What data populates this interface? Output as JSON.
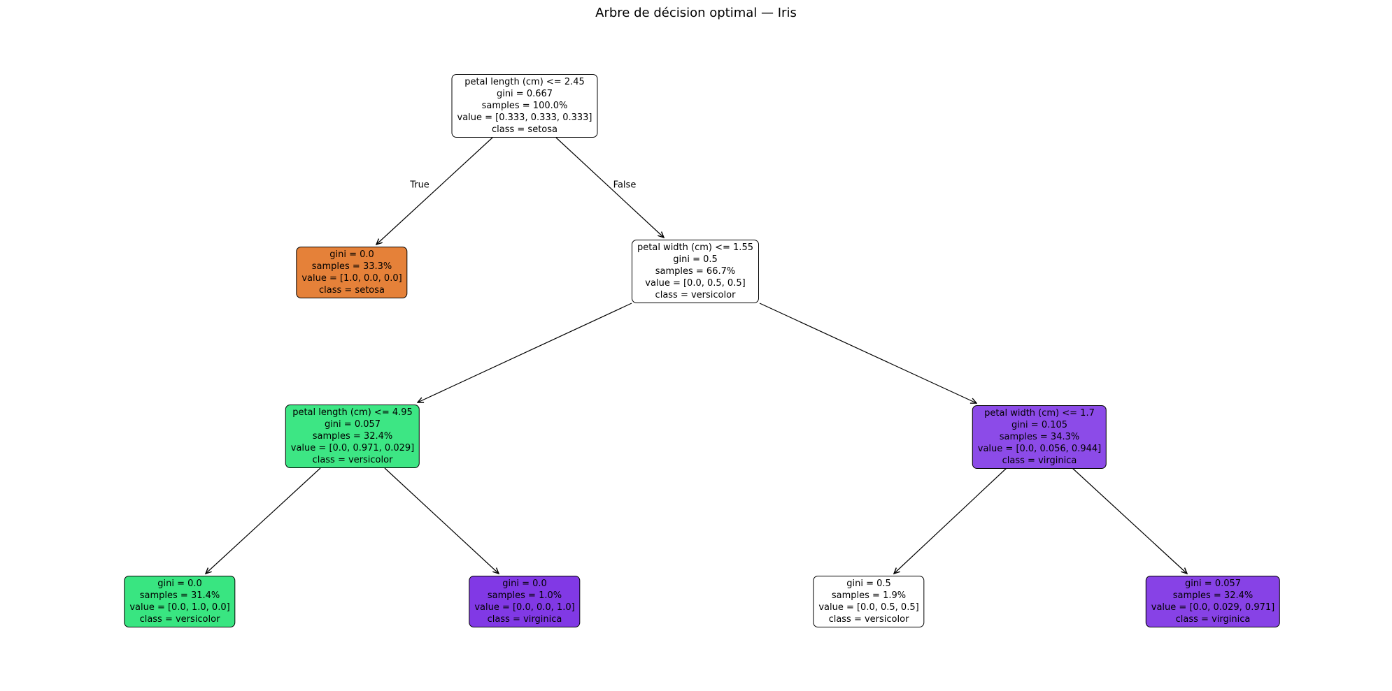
{
  "title": "Arbre de décision optimal — Iris",
  "edge_labels": {
    "true_label": "True",
    "false_label": "False"
  },
  "colors": {
    "setosa": "#e58139",
    "versicolor": "#39e581",
    "virginica": "#8139e5",
    "node_border": "#000000",
    "background": "#ffffff"
  },
  "nodes": [
    {
      "id": "root",
      "lines": [
        "petal length (cm) <= 2.45",
        "gini = 0.667",
        "samples = 100.0%",
        "value = [0.333, 0.333, 0.333]",
        "class = setosa"
      ],
      "fill": "#ffffff"
    },
    {
      "id": "leaf-setosa",
      "lines": [
        "gini = 0.0",
        "samples = 33.3%",
        "value = [1.0, 0.0, 0.0]",
        "class = setosa"
      ],
      "fill": "#e58139"
    },
    {
      "id": "split-petal-width-1.55",
      "lines": [
        "petal width (cm) <= 1.55",
        "gini = 0.5",
        "samples = 66.7%",
        "value = [0.0, 0.5, 0.5]",
        "class = versicolor"
      ],
      "fill": "#ffffff"
    },
    {
      "id": "split-petal-length-4.95",
      "lines": [
        "petal length (cm) <= 4.95",
        "gini = 0.057",
        "samples = 32.4%",
        "value = [0.0, 0.971, 0.029]",
        "class = versicolor"
      ],
      "fill": "#3de684"
    },
    {
      "id": "split-petal-width-1.7",
      "lines": [
        "petal width (cm) <= 1.7",
        "gini = 0.105",
        "samples = 34.3%",
        "value = [0.0, 0.056, 0.944]",
        "class = virginica"
      ],
      "fill": "#8c4be8"
    },
    {
      "id": "leaf-versicolor-pure",
      "lines": [
        "gini = 0.0",
        "samples = 31.4%",
        "value = [0.0, 1.0, 0.0]",
        "class = versicolor"
      ],
      "fill": "#39e581"
    },
    {
      "id": "leaf-virginica-pure",
      "lines": [
        "gini = 0.0",
        "samples = 1.0%",
        "value = [0.0, 0.0, 1.0]",
        "class = virginica"
      ],
      "fill": "#8139e5"
    },
    {
      "id": "leaf-versicolor-mixed",
      "lines": [
        "gini = 0.5",
        "samples = 1.9%",
        "value = [0.0, 0.5, 0.5]",
        "class = versicolor"
      ],
      "fill": "#ffffff"
    },
    {
      "id": "leaf-virginica",
      "lines": [
        "gini = 0.057",
        "samples = 32.4%",
        "value = [0.0, 0.029, 0.971]",
        "class = virginica"
      ],
      "fill": "#8742e6"
    }
  ],
  "edges": [
    {
      "from": "root",
      "to": "leaf-setosa",
      "label": "True"
    },
    {
      "from": "root",
      "to": "split-petal-width-1.55",
      "label": "False"
    },
    {
      "from": "split-petal-width-1.55",
      "to": "split-petal-length-4.95",
      "label": ""
    },
    {
      "from": "split-petal-width-1.55",
      "to": "split-petal-width-1.7",
      "label": ""
    },
    {
      "from": "split-petal-length-4.95",
      "to": "leaf-versicolor-pure",
      "label": ""
    },
    {
      "from": "split-petal-length-4.95",
      "to": "leaf-virginica-pure",
      "label": ""
    },
    {
      "from": "split-petal-width-1.7",
      "to": "leaf-versicolor-mixed",
      "label": ""
    },
    {
      "from": "split-petal-width-1.7",
      "to": "leaf-virginica",
      "label": ""
    }
  ]
}
